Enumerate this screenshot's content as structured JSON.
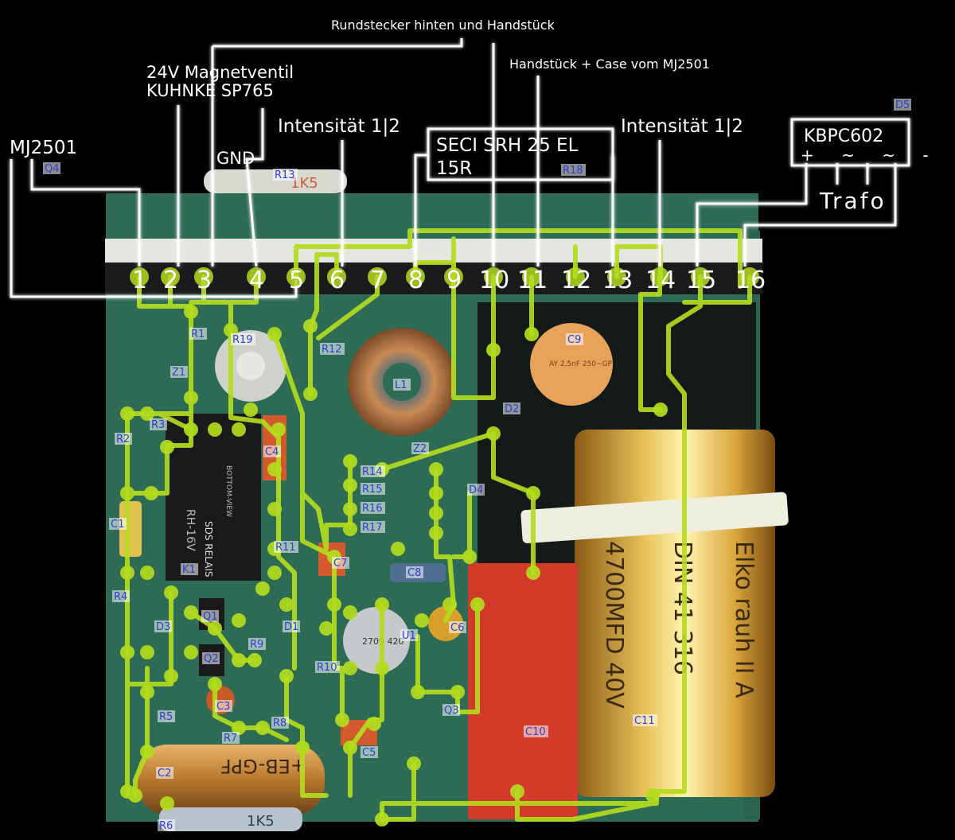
{
  "header_labels": {
    "rundstecker": "Rundstecker hinten und Handstück",
    "handstueck_case": "Handstück + Case vom MJ2501",
    "magnetventil_line1": "24V Magnetventil",
    "magnetventil_line2": "KUHNKE SP765",
    "mj2501": "MJ2501",
    "gnd": "GND",
    "intensitaet_left": "Intensität 1|2",
    "intensitaet_right": "Intensität 1|2",
    "seci_line1": "SECI SRH 25 EL",
    "seci_line2": "15R",
    "kbpc": "KBPC602",
    "kbpc_pins": "+ ~ ~ -",
    "trafo": "Trafo"
  },
  "terminal_pins": [
    "1",
    "2",
    "3",
    "4",
    "5",
    "6",
    "7",
    "8",
    "9",
    "10",
    "11",
    "12",
    "13",
    "14",
    "15",
    "16"
  ],
  "component_labels": [
    "Q4",
    "R13",
    "R18",
    "D5",
    "R1",
    "R19",
    "R12",
    "L1",
    "C9",
    "Z1",
    "R3",
    "R2",
    "C4",
    "Z2",
    "R14",
    "R15",
    "R16",
    "R17",
    "D2",
    "D4",
    "C1",
    "R11",
    "K1",
    "C7",
    "C8",
    "R4",
    "Q1",
    "D3",
    "R9",
    "D1",
    "U1",
    "C6",
    "Q2",
    "R10",
    "C3",
    "R5",
    "R7",
    "R8",
    "Q3",
    "C10",
    "C11",
    "C5",
    "C2",
    "R6"
  ],
  "board_markings": {
    "r13_value": "1K5",
    "r6_value": "1K5",
    "relay_text": "RH-16V",
    "relay_brand": "SDS RELAIS",
    "relay_view": "BOTTOM-VIEW",
    "c11_brand": "Elko rauh II A",
    "c11_value": "4700MFD 40V",
    "c11_din": "DIN 41 316",
    "c2_text": "+EB-GPF",
    "c9_text": "AY 2,5nF 250~GP",
    "u1_text": "2709 420"
  },
  "colors": {
    "overlay_lines": "#b4dc1e",
    "wire_outline": "#1a1aff",
    "label_blue": "#2a3fd6",
    "board_green": "#2d6b55",
    "c11_gold": "#c9952e",
    "c10_red": "#d23a2a",
    "background": "#000000"
  }
}
